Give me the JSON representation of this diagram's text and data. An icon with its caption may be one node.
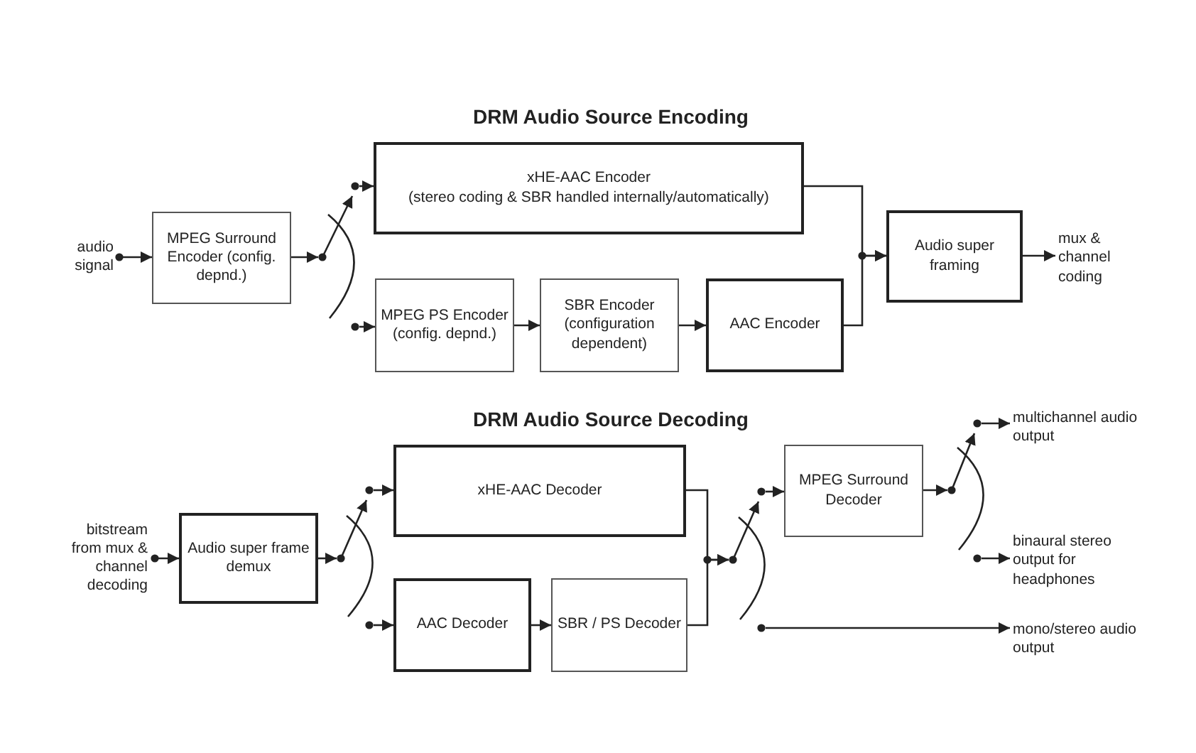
{
  "diagram": {
    "nodes": [
      {
        "text": [
          "audio signal"
        ]
      },
      {
        "text": [
          "MPEG Surround Encoder (config. depnd.)"
        ]
      },
      {
        "text": [],
        "shape": "switch"
      },
      {
        "text": [
          "xHE-AAC Encoder",
          "(stereo coding & SBR handled internally/automatically)"
        ]
      },
      {
        "text": [
          "MPEG PS Encoder (config. depnd.)"
        ]
      },
      {
        "text": [
          "SBR Encoder (configuration dependent)"
        ]
      },
      {
        "text": [
          "AAC Encoder"
        ]
      },
      {
        "text": [
          "Audio super framing"
        ]
      },
      {
        "text": [
          "mux & channel coding"
        ]
      },
      {
        "text": [
          "bitstream from mux & channel decoding"
        ]
      },
      {
        "text": [
          "Audio super frame demux"
        ]
      },
      {
        "text": [],
        "shape": "switch"
      },
      {
        "text": [
          "xHE-AAC Decoder"
        ]
      },
      {
        "text": [
          "AAC Decoder"
        ]
      },
      {
        "text": [
          "SBR / PS Decoder"
        ]
      },
      {
        "text": [],
        "shape": "switch"
      },
      {
        "text": [
          "MPEG Surround Decoder"
        ]
      },
      {
        "text": [],
        "shape": "switch"
      },
      {
        "text": [
          "multichannel audio output"
        ]
      },
      {
        "text": [
          "binaural stereo output for headphones"
        ]
      },
      {
        "text": [
          "mono/stereo audio output"
        ]
      }
    ],
    "edges": [
      {
        "from": 0,
        "to": 1,
        "arrow": "to"
      },
      {
        "from": 1,
        "to": 2,
        "arrow": "to"
      },
      {
        "from": 2,
        "to": 3,
        "arrow": "to"
      },
      {
        "from": 2,
        "to": 4,
        "arrow": "to"
      },
      {
        "from": 4,
        "to": 5,
        "arrow": "to"
      },
      {
        "from": 5,
        "to": 6,
        "arrow": "to"
      },
      {
        "from": 3,
        "to": 7,
        "arrow": "to"
      },
      {
        "from": 6,
        "to": 7,
        "arrow": "to"
      },
      {
        "from": 7,
        "to": 8,
        "arrow": "to"
      },
      {
        "from": 9,
        "to": 10,
        "arrow": "to"
      },
      {
        "from": 10,
        "to": 11,
        "arrow": "to"
      },
      {
        "from": 11,
        "to": 12,
        "arrow": "to"
      },
      {
        "from": 11,
        "to": 13,
        "arrow": "to"
      },
      {
        "from": 13,
        "to": 14,
        "arrow": "to"
      },
      {
        "from": 12,
        "to": 15,
        "arrow": "to"
      },
      {
        "from": 14,
        "to": 15,
        "arrow": "to"
      },
      {
        "from": 15,
        "to": 16,
        "arrow": "to"
      },
      {
        "from": 15,
        "to": 20,
        "arrow": "to"
      },
      {
        "from": 16,
        "to": 17,
        "arrow": "to"
      },
      {
        "from": 17,
        "to": 18,
        "arrow": "to"
      },
      {
        "from": 17,
        "to": 19,
        "arrow": "to"
      }
    ],
    "labels": [
      "DRM Audio Source Encoding",
      "DRM Audio Source Decoding"
    ]
  }
}
